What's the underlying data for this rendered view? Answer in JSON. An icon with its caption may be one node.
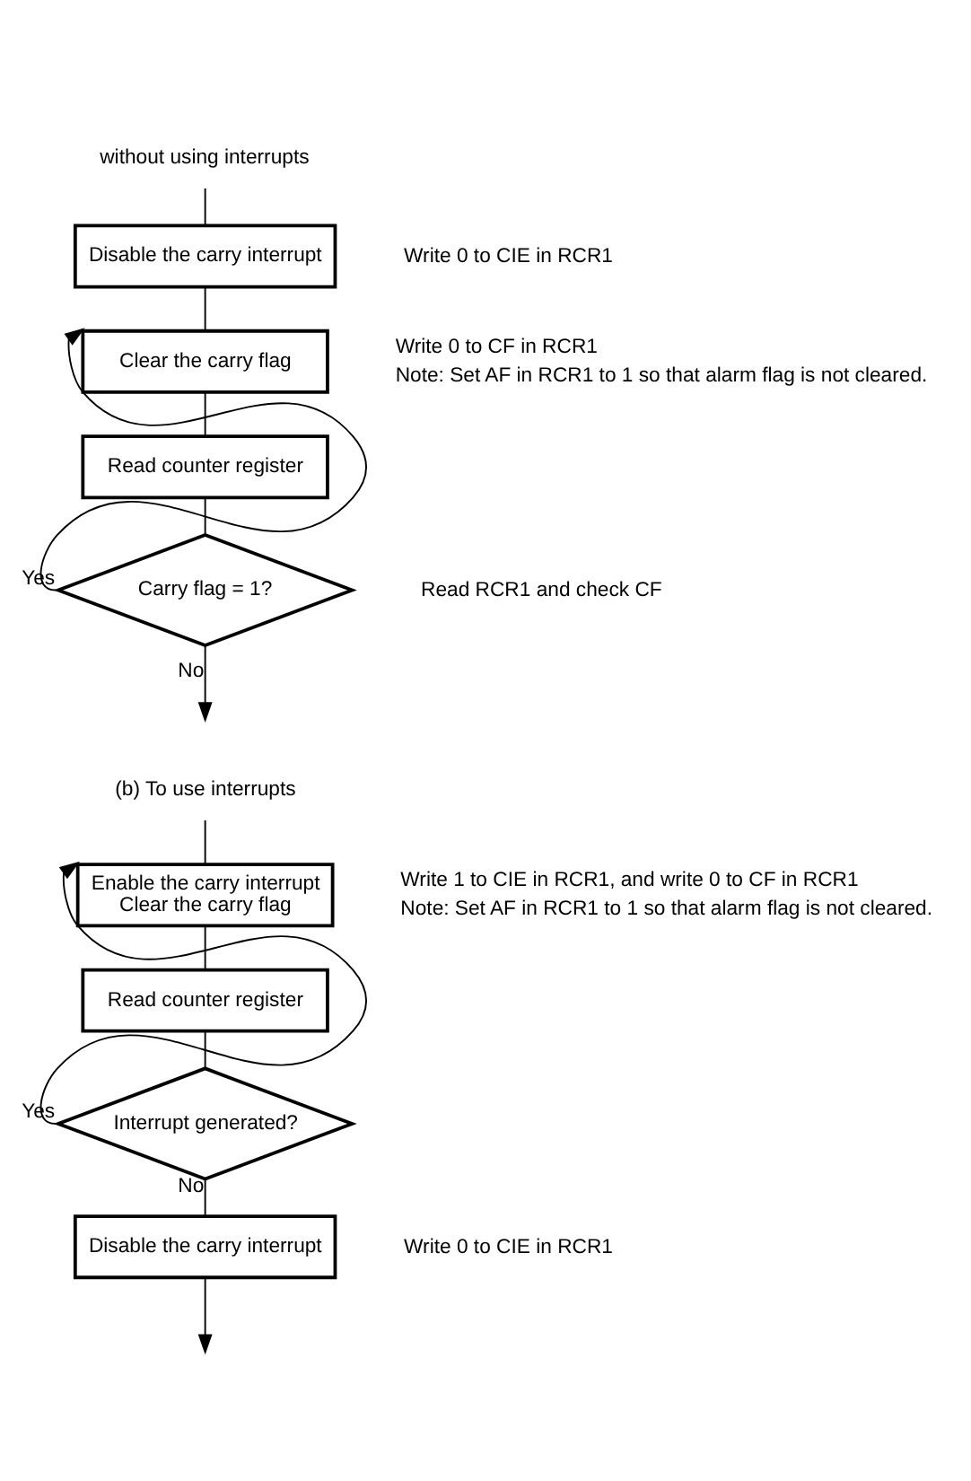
{
  "diagram": {
    "nodes": [
      {
        "text": [
          "without using interrupts"
        ]
      },
      {
        "text": [
          "Disable the carry interrupt"
        ],
        "beside": [
          "Write 0 to CIE in RCR1"
        ]
      },
      {
        "text": [
          "Clear the carry flag"
        ],
        "beside": [
          "Write 0 to CF in RCR1",
          "Note: Set AF in RCR1 to 1 so that alarm flag is not cleared."
        ]
      },
      {
        "text": [
          "Read counter register"
        ]
      },
      {
        "text": [
          "Carry flag = 1?"
        ],
        "beside": [
          "Read RCR1 and check CF"
        ]
      },
      {
        "text": [
          "(b) To use interrupts"
        ]
      },
      {
        "text": [
          "Enable the carry interrupt",
          "Clear the carry flag"
        ],
        "beside": [
          "Write 1 to CIE in RCR1, and write 0 to CF in RCR1",
          "Note: Set AF in RCR1 to 1 so that alarm flag is not cleared."
        ]
      },
      {
        "text": [
          "Read counter register"
        ]
      },
      {
        "text": [
          "Interrupt generated?"
        ]
      },
      {
        "text": [
          "Disable the carry interrupt"
        ],
        "beside": [
          "Write 0 to CIE in RCR1"
        ]
      }
    ],
    "edges": [
      {
        "from": 0,
        "to": 1,
        "arrow": "none"
      },
      {
        "from": 1,
        "to": 2,
        "arrow": "none"
      },
      {
        "from": 2,
        "to": 3,
        "arrow": "none"
      },
      {
        "from": 3,
        "to": 4,
        "arrow": "none"
      },
      {
        "from": 4,
        "to": 2,
        "arrow": "to",
        "label": "Yes"
      },
      {
        "from": 4,
        "to": null,
        "arrow": "to",
        "label": "No"
      },
      {
        "from": 5,
        "to": 6,
        "arrow": "none"
      },
      {
        "from": 6,
        "to": 7,
        "arrow": "none"
      },
      {
        "from": 7,
        "to": 8,
        "arrow": "none"
      },
      {
        "from": 8,
        "to": 6,
        "arrow": "to",
        "label": "Yes"
      },
      {
        "from": 8,
        "to": 9,
        "arrow": "none",
        "label": "No"
      },
      {
        "from": 9,
        "to": null,
        "arrow": "to"
      }
    ]
  }
}
